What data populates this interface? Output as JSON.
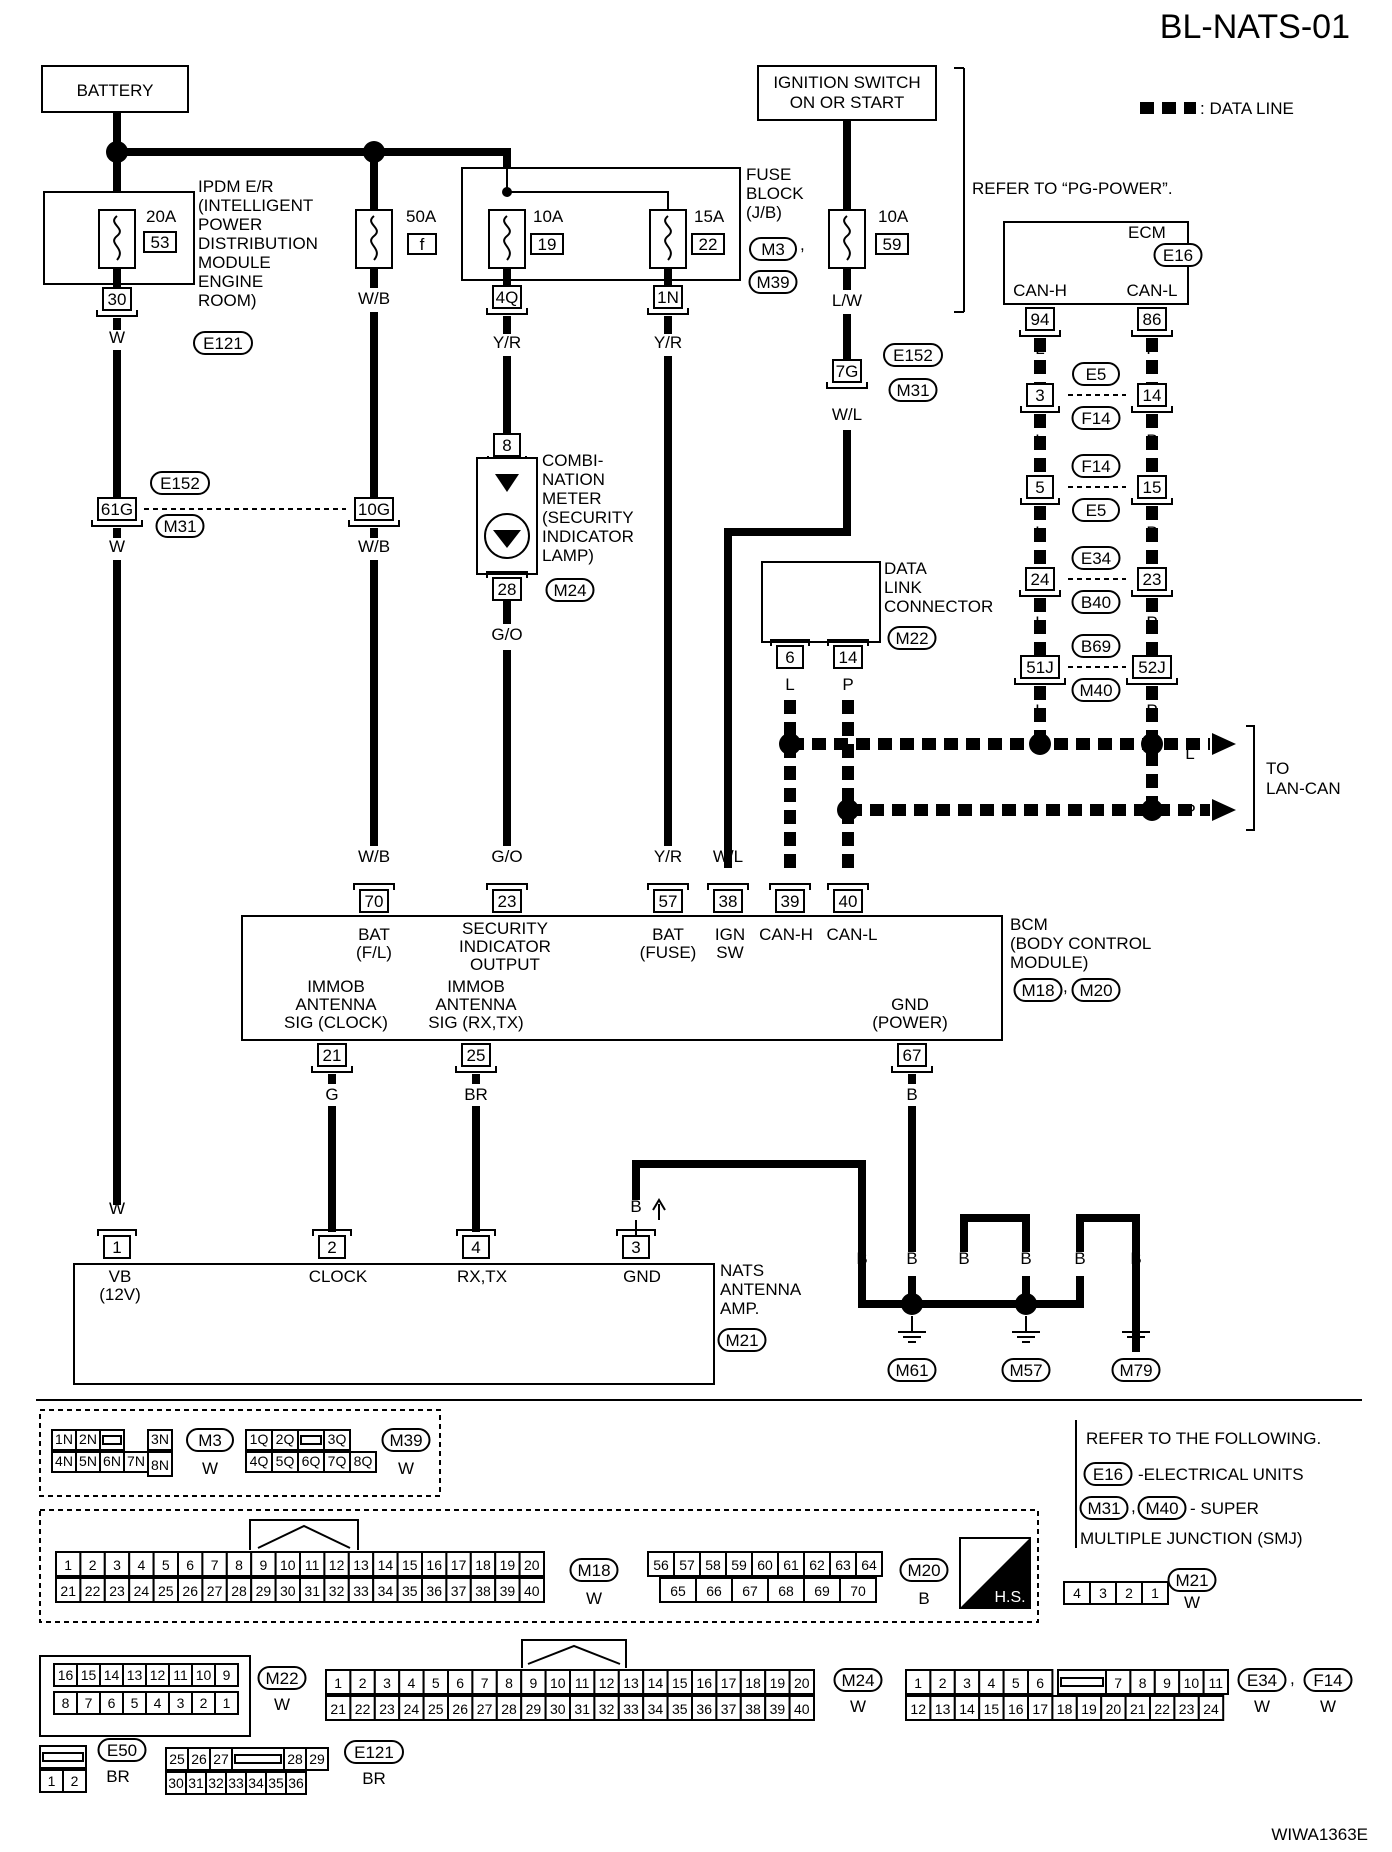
{
  "page_id": "BL-NATS-01",
  "figure_id": "WIWA1363E",
  "legend_data_line": ": DATA LINE",
  "battery": "BATTERY",
  "ignition": [
    "IGNITION SWITCH",
    "ON OR START"
  ],
  "refer_pg": "REFER TO “PG-POWER”.",
  "ipdm": {
    "label": [
      "IPDM E/R",
      "(INTELLIGENT",
      "POWER",
      "DISTRIBUTION",
      "MODULE",
      "ENGINE",
      "ROOM)"
    ],
    "conn": "E121",
    "fuse_amp": "20A",
    "fuse_no": "53",
    "pin": "30",
    "color": "W"
  },
  "fusible_link": {
    "amp": "50A",
    "no": "f",
    "color": "W/B"
  },
  "fuse_block": {
    "label": [
      "FUSE",
      "BLOCK",
      "(J/B)"
    ],
    "conns": [
      "M3",
      "M39"
    ],
    "fuses": [
      {
        "amp": "10A",
        "no": "19",
        "pin": "4Q",
        "color": "Y/R"
      },
      {
        "amp": "15A",
        "no": "22",
        "pin": "1N",
        "color": "Y/R"
      }
    ]
  },
  "ign_fuse": {
    "amp": "10A",
    "no": "59",
    "color": "L/W",
    "pin": "7G",
    "color2": "W/L",
    "conns": [
      "E152",
      "M31"
    ]
  },
  "ecm": {
    "label": "ECM",
    "conn": "E16",
    "pins": [
      {
        "name": "CAN-H",
        "no": "94",
        "color": "L"
      },
      {
        "name": "CAN-L",
        "no": "86",
        "color": "P"
      }
    ]
  },
  "junctions": [
    {
      "l": "3",
      "r": "14",
      "c1": "E5",
      "c2": "F14"
    },
    {
      "l": "5",
      "r": "15",
      "c1": "F14",
      "c2": "E5"
    },
    {
      "l": "24",
      "r": "23",
      "c1": "E34",
      "c2": "B40"
    },
    {
      "l": "51J",
      "r": "52J",
      "c1": "B69",
      "c2": "M40"
    }
  ],
  "smj_left": {
    "l": "61G",
    "r": "10G",
    "c1": "E152",
    "c2": "M31",
    "color": "W",
    "color_r": "W/B"
  },
  "combi": {
    "label": [
      "COMBI-",
      "NATION",
      "METER",
      "(SECURITY",
      "INDICATOR",
      "LAMP)"
    ],
    "conn": "M24",
    "pin_top": "8",
    "pin_bot": "28",
    "color": "G/O"
  },
  "dlc": {
    "label": [
      "DATA",
      "LINK",
      "CONNECTOR"
    ],
    "conn": "M22",
    "pins": [
      "6",
      "14"
    ],
    "colors": [
      "L",
      "P"
    ]
  },
  "to_lan_can": [
    "TO",
    "LAN-CAN"
  ],
  "lan_colors": [
    "L",
    "P"
  ],
  "bcm": {
    "label": [
      "BCM",
      "(BODY CONTROL",
      "MODULE)"
    ],
    "conns": [
      "M18",
      "M20"
    ],
    "top_pins": [
      {
        "no": "70",
        "color": "W/B",
        "name": [
          "BAT",
          "(F/L)"
        ]
      },
      {
        "no": "23",
        "color": "G/O",
        "name": [
          "SECURITY",
          "INDICATOR",
          "OUTPUT"
        ]
      },
      {
        "no": "57",
        "color": "Y/R",
        "name": [
          "BAT",
          "(FUSE)"
        ]
      },
      {
        "no": "38",
        "color": "W/L",
        "name": [
          "IGN",
          "SW"
        ]
      },
      {
        "no": "39",
        "color": "",
        "name": [
          "CAN-H"
        ]
      },
      {
        "no": "40",
        "color": "",
        "name": [
          "CAN-L"
        ]
      }
    ],
    "bot_pins": [
      {
        "no": "21",
        "color": "G",
        "name": [
          "IMMOB",
          "ANTENNA",
          "SIG (CLOCK)"
        ]
      },
      {
        "no": "25",
        "color": "BR",
        "name": [
          "IMMOB",
          "ANTENNA",
          "SIG (RX,TX)"
        ]
      },
      {
        "no": "67",
        "color": "B",
        "name": [
          "GND",
          "(POWER)"
        ]
      }
    ]
  },
  "nats": {
    "label": [
      "NATS",
      "ANTENNA",
      "AMP."
    ],
    "conn": "M21",
    "pins": [
      {
        "no": "1",
        "name": [
          "VB",
          "(12V)"
        ],
        "color": "W"
      },
      {
        "no": "2",
        "name": [
          "CLOCK"
        ],
        "color": "G"
      },
      {
        "no": "4",
        "name": [
          "RX,TX"
        ],
        "color": "BR"
      },
      {
        "no": "3",
        "name": [
          "GND"
        ],
        "color": "B"
      }
    ]
  },
  "grounds": [
    "M61",
    "M57",
    "M79"
  ],
  "ground_color": "B",
  "refer_following": [
    "REFER TO THE FOLLOWING.",
    "-ELECTRICAL UNITS",
    "- SUPER",
    "MULTIPLE JUNCTION (SMJ)"
  ],
  "refer_conns": [
    "E16",
    "M31",
    "M40"
  ],
  "hs_label": "H.S.",
  "connectors": {
    "m3": {
      "id": "M3",
      "color": "W",
      "row1": [
        "1N",
        "2N",
        "",
        "3N"
      ],
      "row2": [
        "4N",
        "5N",
        "6N",
        "7N",
        "8N"
      ]
    },
    "m39": {
      "id": "M39",
      "color": "W",
      "row1": [
        "1Q",
        "2Q",
        "",
        "3Q"
      ],
      "row2": [
        "4Q",
        "5Q",
        "6Q",
        "7Q",
        "8Q"
      ]
    },
    "m18": {
      "id": "M18",
      "color": "W",
      "row1": [
        "1",
        "2",
        "3",
        "4",
        "5",
        "6",
        "7",
        "8",
        "9",
        "10",
        "11",
        "12",
        "13",
        "14",
        "15",
        "16",
        "17",
        "18",
        "19",
        "20"
      ],
      "row2": [
        "21",
        "22",
        "23",
        "24",
        "25",
        "26",
        "27",
        "28",
        "29",
        "30",
        "31",
        "32",
        "33",
        "34",
        "35",
        "36",
        "37",
        "38",
        "39",
        "40"
      ]
    },
    "m20": {
      "id": "M20",
      "color": "B",
      "row1": [
        "56",
        "57",
        "58",
        "59",
        "60",
        "61",
        "62",
        "63",
        "64"
      ],
      "row2": [
        "65",
        "66",
        "67",
        "68",
        "69",
        "70"
      ]
    },
    "m21": {
      "id": "M21",
      "color": "W",
      "row1": [
        "4",
        "3",
        "2",
        "1"
      ]
    },
    "m22": {
      "id": "M22",
      "color": "W",
      "row1": [
        "16",
        "15",
        "14",
        "13",
        "12",
        "11",
        "10",
        "9"
      ],
      "row2": [
        "8",
        "7",
        "6",
        "5",
        "4",
        "3",
        "2",
        "1"
      ]
    },
    "m24": {
      "id": "M24",
      "color": "W",
      "row1": [
        "1",
        "2",
        "3",
        "4",
        "5",
        "6",
        "7",
        "8",
        "9",
        "10",
        "11",
        "12",
        "13",
        "14",
        "15",
        "16",
        "17",
        "18",
        "19",
        "20"
      ],
      "row2": [
        "21",
        "22",
        "23",
        "24",
        "25",
        "26",
        "27",
        "28",
        "29",
        "30",
        "31",
        "32",
        "33",
        "34",
        "35",
        "36",
        "37",
        "38",
        "39",
        "40"
      ]
    },
    "e34": {
      "ids": [
        "E34",
        "F14"
      ],
      "colors": [
        "W",
        "W"
      ],
      "row1": [
        "1",
        "2",
        "3",
        "4",
        "5",
        "6",
        "",
        "7",
        "8",
        "9",
        "10",
        "11"
      ],
      "row2": [
        "12",
        "13",
        "14",
        "15",
        "16",
        "17",
        "18",
        "19",
        "20",
        "21",
        "22",
        "23",
        "24"
      ]
    },
    "e50": {
      "id": "E50",
      "color": "BR",
      "row1": [
        ""
      ],
      "row2": [
        "1",
        "2"
      ]
    },
    "e121": {
      "id": "E121",
      "color": "BR",
      "row1": [
        "25",
        "26",
        "27",
        "",
        "28",
        "29"
      ],
      "row2": [
        "30",
        "31",
        "32",
        "33",
        "34",
        "35",
        "36"
      ]
    }
  }
}
